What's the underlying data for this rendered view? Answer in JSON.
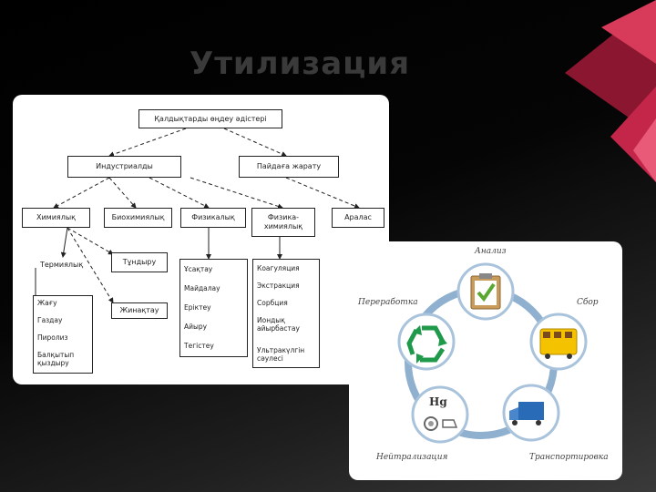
{
  "slide": {
    "title": "Утилизация"
  },
  "flow": {
    "root": "Қалдықтарды өңдеу әдістері",
    "level1": [
      "Индустриалды",
      "Пайдаға жарату"
    ],
    "level2": [
      "Химиялық",
      "Биохимиялық",
      "Физикалық",
      "Физика-химиялық",
      "Аралас"
    ],
    "termal": "Термиялық",
    "tundyru": "Тұндыру",
    "zhinaktau": "Жинақтау",
    "termal_items": [
      "Жағу",
      "Газдау",
      "Пиролиз",
      "Балқытып қыздыру"
    ],
    "physical_items": [
      "Ұсақтау",
      "Майдалау",
      "Еріктеу",
      "Айыру",
      "Тегістеу"
    ],
    "phys_chem_items": [
      "Коагуляция",
      "Экстракция",
      "Сорбция",
      "Иондық айырбастау",
      "Ультракүлгін сәулесі"
    ]
  },
  "cycle": {
    "steps": [
      "Анализ",
      "Сбор",
      "Транспортировка",
      "Нейтрализация",
      "Переработка"
    ],
    "hg_label": "Hg",
    "colors": {
      "ring": "#8fb0cf",
      "node_border": "#a9c3dc",
      "recycle": "#1f9a4b",
      "bus": "#f5c200"
    }
  }
}
